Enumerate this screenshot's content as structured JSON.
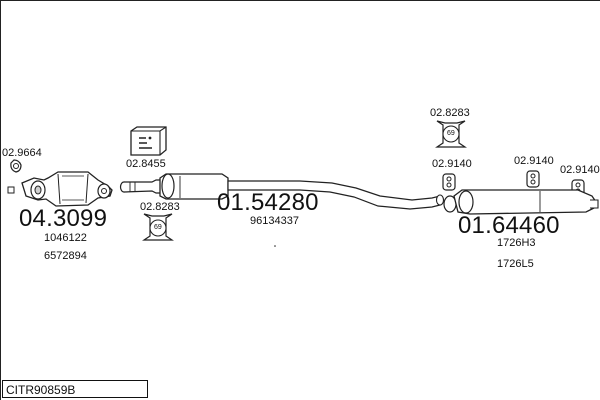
{
  "colors": {
    "stroke": "#222222",
    "fill": "#ffffff",
    "metal": "#d0d0d0",
    "text": "#111111"
  },
  "parts": {
    "catalyst": {
      "number": "04.3099",
      "refs": [
        "1046122",
        "6572894"
      ]
    },
    "middle_pipe": {
      "number": "01.54280",
      "refs": [
        "96134337"
      ]
    },
    "rear_silencer": {
      "number": "01.64460",
      "refs": [
        "1726H3",
        "1726L5"
      ]
    },
    "gasket": {
      "number": "02.9664"
    },
    "clamp": {
      "number": "02.8455"
    },
    "rubber_mount_front": {
      "number": "02.8283",
      "badge": "69"
    },
    "rubber_mount_rear": {
      "number": "02.8283",
      "badge": "69"
    },
    "hanger_1": {
      "number": "02.9140"
    },
    "hanger_2": {
      "number": "02.9140"
    },
    "hanger_3": {
      "number": "02.9140"
    }
  },
  "diagram_code": "CITR90859B"
}
